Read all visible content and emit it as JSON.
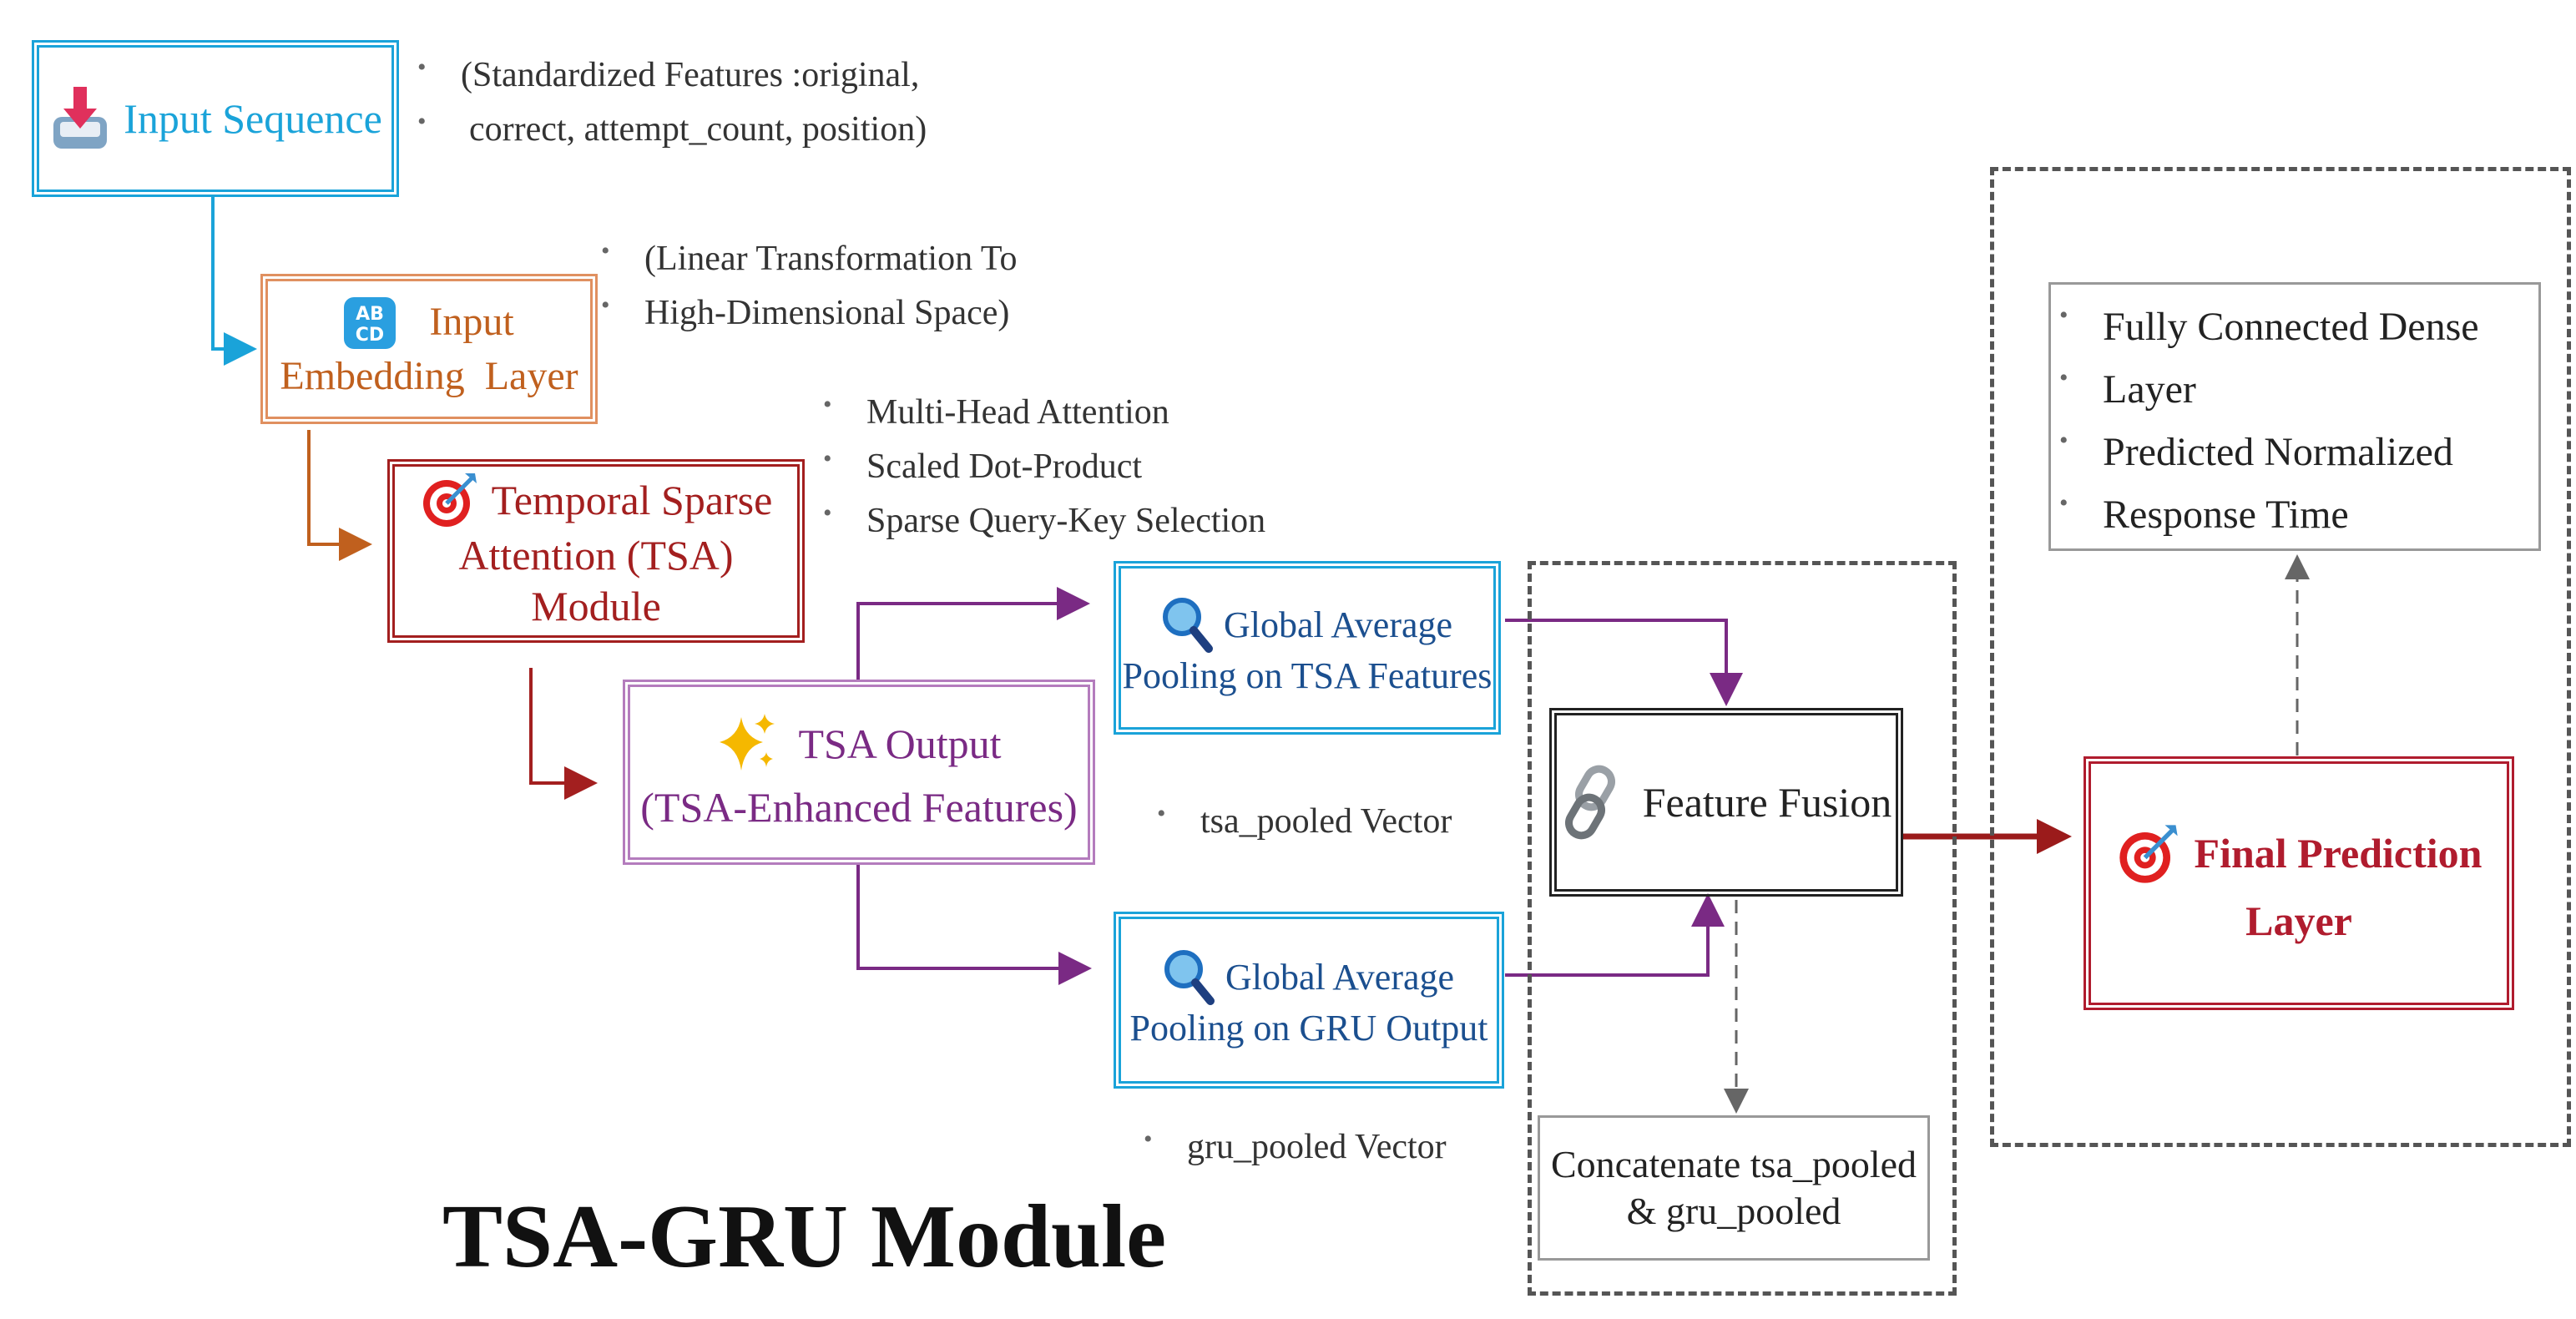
{
  "title": "TSA-GRU Module",
  "nodes": {
    "input_sequence": {
      "label": "Input Sequence",
      "icon": "download-tray-icon",
      "color": "#1aa3d9"
    },
    "input_embedding": {
      "line1": "Input",
      "line2": "Embedding  Layer",
      "icon": "abcd-letters-icon",
      "color": "#c0601e"
    },
    "tsa_module": {
      "line1": "Temporal Sparse",
      "line2": "Attention (TSA) Module",
      "icon": "target-icon",
      "color": "#a31f1f"
    },
    "tsa_output": {
      "line1": "TSA Output",
      "line2": "(TSA-Enhanced Features)",
      "icon": "sparkles-icon",
      "color": "#7a2a84"
    },
    "gap_tsa": {
      "line1": "Global Average",
      "line2": "Pooling on TSA Features",
      "icon": "magnifier-icon",
      "color": "#1b4f8f"
    },
    "gap_gru": {
      "line1": "Global Average",
      "line2": "Pooling on GRU Output",
      "icon": "magnifier-icon",
      "color": "#1b4f8f"
    },
    "feature_fusion": {
      "label": "Feature Fusion",
      "icon": "chain-link-icon",
      "color": "#222222"
    },
    "concatenate": {
      "line1": "Concatenate tsa_pooled",
      "line2": "& gru_pooled"
    },
    "final_prediction": {
      "line1": "Final Prediction",
      "line2": "Layer",
      "icon": "target-icon",
      "color": "#b01c2e"
    }
  },
  "notes": {
    "input_sequence": [
      "(Standardized Features :original,",
      "correct, attempt_count, position)"
    ],
    "embedding": [
      "(Linear Transformation To",
      "High-Dimensional Space)"
    ],
    "tsa": [
      "Multi-Head Attention",
      "Scaled Dot-Product",
      "Sparse Query-Key Selection"
    ],
    "tsa_pooled": "tsa_pooled Vector",
    "gru_pooled": "gru_pooled Vector",
    "dense": [
      "Fully Connected Dense",
      "Layer",
      "Predicted Normalized",
      "Response Time"
    ]
  },
  "colors": {
    "cyan": "#1aa3d9",
    "orange": "#c0601e",
    "red": "#a31f1f",
    "purple": "#7a2a84",
    "dark_red": "#9b1b1b",
    "gray": "#666666"
  }
}
